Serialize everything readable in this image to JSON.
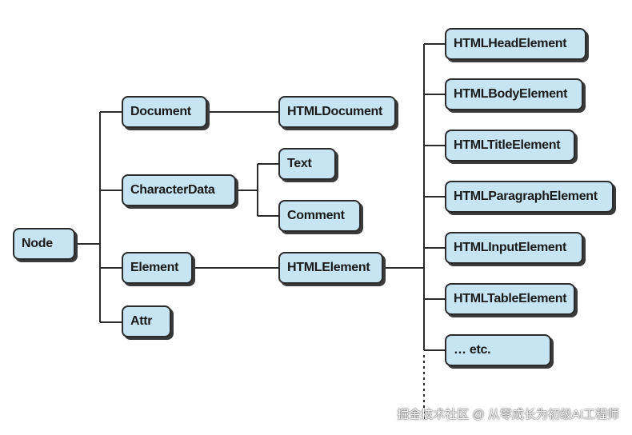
{
  "nodes": {
    "node": "Node",
    "document": "Document",
    "character_data": "CharacterData",
    "element": "Element",
    "attr": "Attr",
    "html_document": "HTMLDocument",
    "text": "Text",
    "comment": "Comment",
    "html_element": "HTMLElement",
    "html_head_element": "HTMLHeadElement",
    "html_body_element": "HTMLBodyElement",
    "html_title_element": "HTMLTitleElement",
    "html_paragraph_element": "HTMLParagraphElement",
    "html_input_element": "HTMLInputElement",
    "html_table_element": "HTMLTableElement",
    "etc": "… etc."
  },
  "watermark": "掘金技术社区 @ 从零成长为初级AI工程师",
  "colors": {
    "node_fill": "#c6e4f2",
    "node_border": "#2b2b2b",
    "line": "#2b2b2b"
  }
}
